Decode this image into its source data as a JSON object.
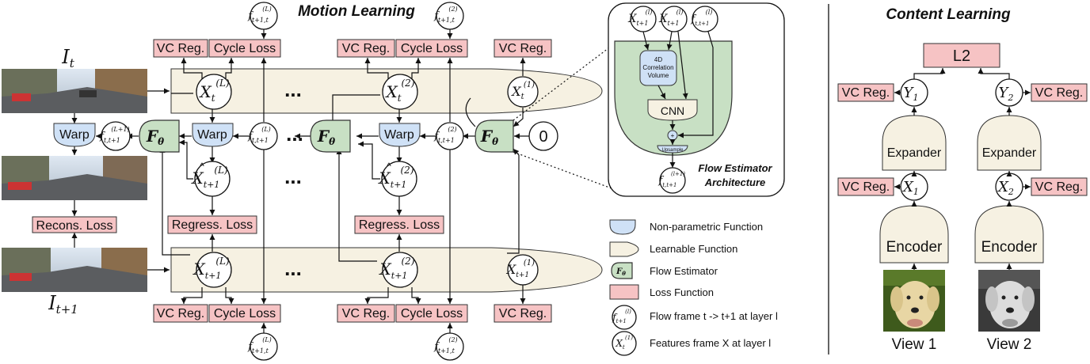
{
  "motion": {
    "title": "Motion Learning",
    "frame_t": "I",
    "frame_t_sub": "t",
    "frame_t1": "I",
    "frame_t1_sub": "t+1",
    "warp": "Warp",
    "vc_reg": "VC Reg.",
    "cycle_loss": "Cycle Loss",
    "regress_loss": "Regress. Loss",
    "recons_loss": "Recons. Loss",
    "dots": "...",
    "zero": "0",
    "f_theta": "F",
    "f_theta_sub": "θ",
    "X": "X",
    "f": "f",
    "sub_t": "t",
    "sub_t1": "t+1",
    "sup_L": "(L)",
    "sup_2": "(2)",
    "sup_1": "(1)",
    "sup_L1": "(L+1)",
    "sub_tt1": "t,t+1",
    "sub_t1t": "t+1,t"
  },
  "inset": {
    "title_line1": "Flow Estimator",
    "title_line2": "Architecture",
    "correlation": [
      "4D",
      "Correlation",
      "Volume"
    ],
    "cnn": "CNN",
    "plus": "+",
    "upsample": "Upsample",
    "sup_l": "(l)",
    "sup_l1": "(l+1)"
  },
  "legend": [
    {
      "label": "Non-parametric Function"
    },
    {
      "label": "Learnable Function"
    },
    {
      "label": "Flow Estimator"
    },
    {
      "label": "Loss Function"
    },
    {
      "label": "Flow frame t -> t+1 at layer l"
    },
    {
      "label": "Features frame X at layer l"
    }
  ],
  "content": {
    "title": "Content Learning",
    "l2": "L2",
    "vc_reg": "VC Reg.",
    "expander": "Expander",
    "encoder": "Encoder",
    "view1": "View 1",
    "view2": "View 2",
    "Y": "Y",
    "X": "X",
    "sub1": "1",
    "sub2": "2"
  },
  "colors": {
    "loss": "#f6c3c4",
    "learnable": "#f6f1e2",
    "non_parametric": "#cfe1f6",
    "flow_estimator": "#c8e0c4"
  }
}
